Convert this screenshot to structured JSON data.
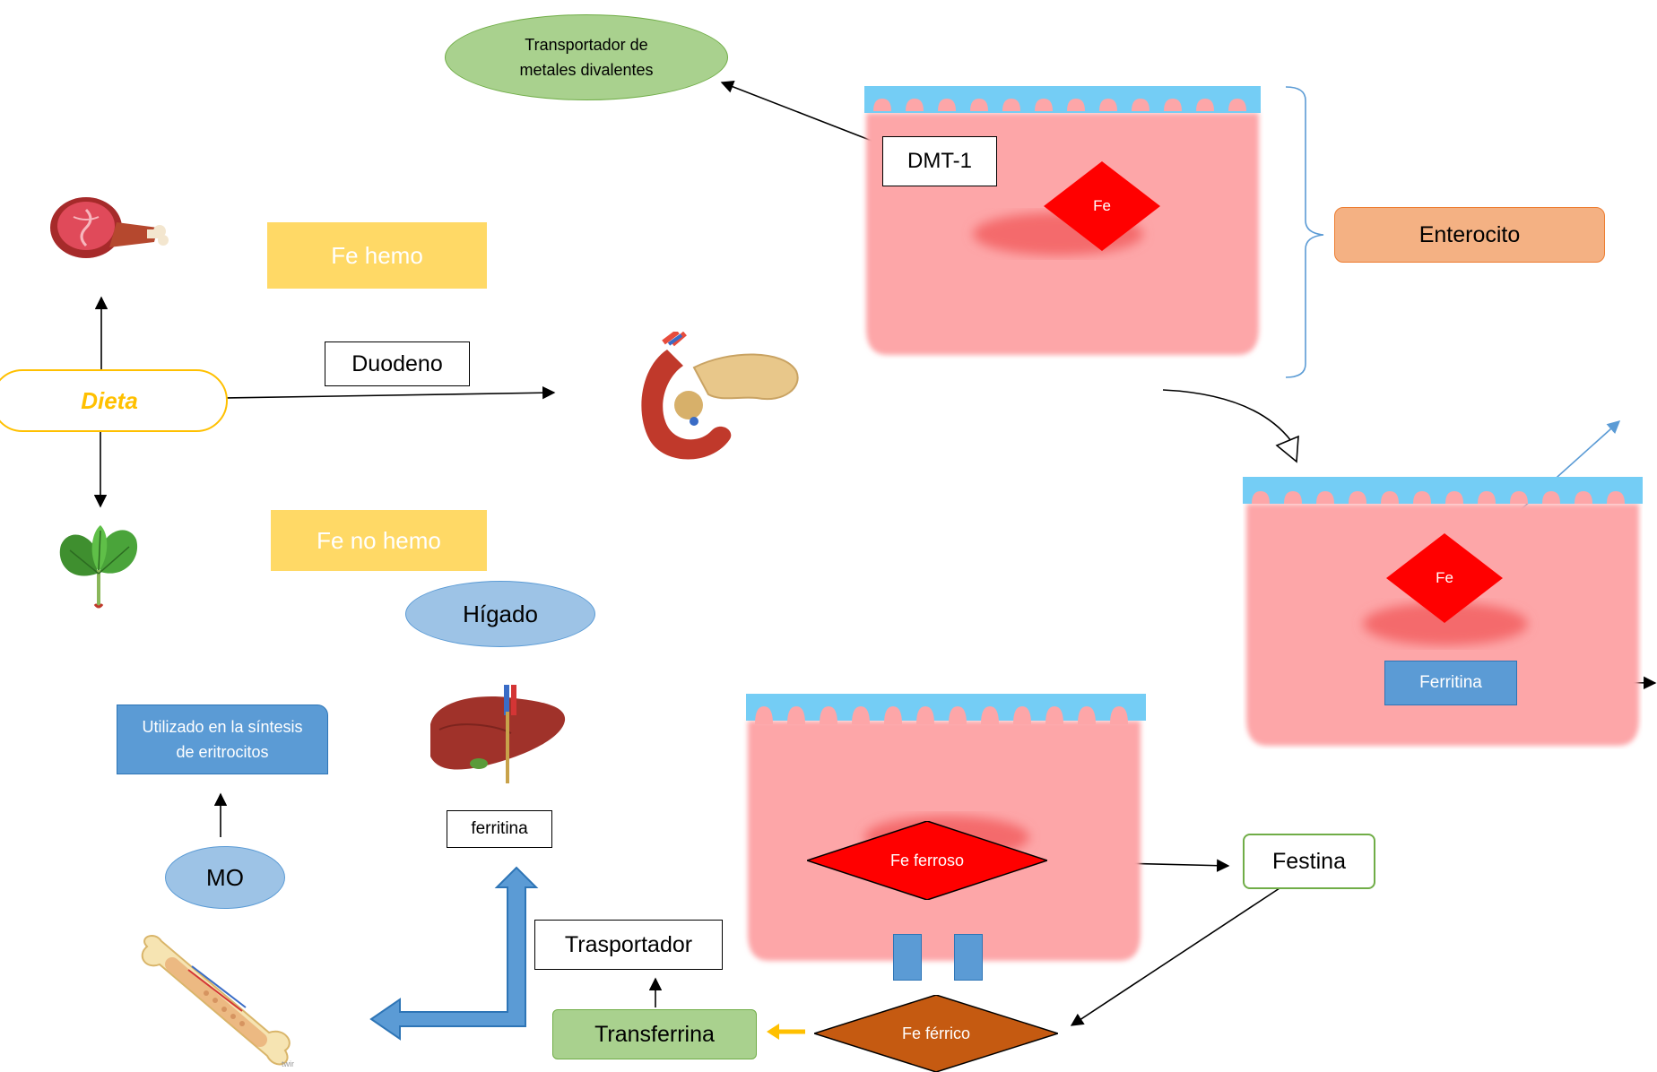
{
  "labels": {
    "dmt_desc": "Transportador de metales divalentes",
    "dmt1": "DMT-1",
    "fe_top": "Fe",
    "enterocito": "Enterocito",
    "fe_hemo": "Fe hemo",
    "fe_no_hemo": "Fe no hemo",
    "dieta": "Dieta",
    "duodeno": "Duodeno",
    "fe_right": "Fe",
    "ferritina_right": "Ferritina",
    "higado": "Hígado",
    "utilizado": "Utilizado en la síntesis de eritrocitos",
    "ferritina_liver": "ferritina",
    "mo": "MO",
    "trasportador": "Trasportador",
    "transferrina": "Transferrina",
    "fe_ferroso": "Fe ferroso",
    "festina": "Festina",
    "fe_ferrico": "Fe férrico",
    "bone_tag": "twir"
  },
  "icons": {
    "meat": "ham-icon",
    "spinach": "spinach-leaf-icon",
    "duodenum": "duodenum-pancreas-icon",
    "liver": "liver-icon",
    "bone": "bone-marrow-icon"
  },
  "colors": {
    "cell_pink": "#fda6a8",
    "microvilli_blue": "#74cdf5",
    "diamond_red": "#ff0000",
    "diamond_brown": "#c55a11",
    "blue_box": "#5b9bd5",
    "ellipse_blue": "#9dc3e6",
    "ellipse_green": "#a9d18e",
    "enterocito_fill": "#f4b183",
    "yellow": "#ffd966",
    "transferrina_green": "#a9d18e",
    "festina_border": "#70ad47",
    "dieta_border": "#ffc000"
  }
}
